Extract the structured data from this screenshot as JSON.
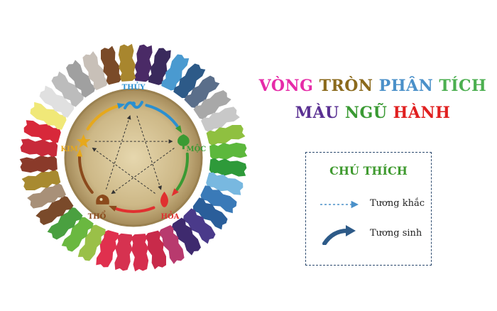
{
  "title": {
    "line1": [
      {
        "text": "VÒNG ",
        "color": "#e62ba8"
      },
      {
        "text": "TRÒN ",
        "color": "#8b6a1c"
      },
      {
        "text": "PHÂN ",
        "color": "#4a90c9"
      },
      {
        "text": "TÍCH",
        "color": "#4caf50"
      }
    ],
    "line2": [
      {
        "text": "MÀU ",
        "color": "#5a3092"
      },
      {
        "text": "NGŨ ",
        "color": "#3a9a33"
      },
      {
        "text": "HÀNH",
        "color": "#e02020"
      }
    ]
  },
  "legend": {
    "title": "CHÚ THÍCH",
    "items": [
      {
        "symbol": "dashed-arrow",
        "label": "Tương khắc"
      },
      {
        "symbol": "curved-arrow",
        "label": "Tương sinh"
      }
    ]
  },
  "elements": [
    {
      "id": "thuy",
      "label": "THỦY",
      "color": "#2a8fd0",
      "icon": "water-wave-icon"
    },
    {
      "id": "moc",
      "label": "MỘC",
      "color": "#3a9a33",
      "icon": "tree-icon"
    },
    {
      "id": "hoa",
      "label": "HỎA",
      "color": "#e03030",
      "icon": "flame-icon"
    },
    {
      "id": "tho",
      "label": "THỔ",
      "color": "#8b4a1c",
      "icon": "earth-icon"
    },
    {
      "id": "kim",
      "label": "KIM",
      "color": "#e6a81c",
      "icon": "metal-star-icon"
    }
  ],
  "swatches": [
    "#4a2a66",
    "#3a2a5c",
    "#4a9ad0",
    "#2d5a88",
    "#5a6e8a",
    "#a8a8a8",
    "#c8c8c8",
    "#8fc040",
    "#5cb83c",
    "#2e9a3a",
    "#78b8e0",
    "#3a7ab8",
    "#2a5e9a",
    "#4a3a8a",
    "#3e2a6e",
    "#b83a6e",
    "#c82a4a",
    "#d62e4e",
    "#d63250",
    "#e0304e",
    "#9ac048",
    "#6ab840",
    "#4aa040",
    "#7a4a2a",
    "#a89078",
    "#a88a30",
    "#8a3a2a",
    "#c82a3a",
    "#d8283a",
    "#f0e878",
    "#e0e0e0",
    "#bcbcbc",
    "#a0a0a0",
    "#c8c0b8",
    "#7a4a28",
    "#a8862e"
  ]
}
